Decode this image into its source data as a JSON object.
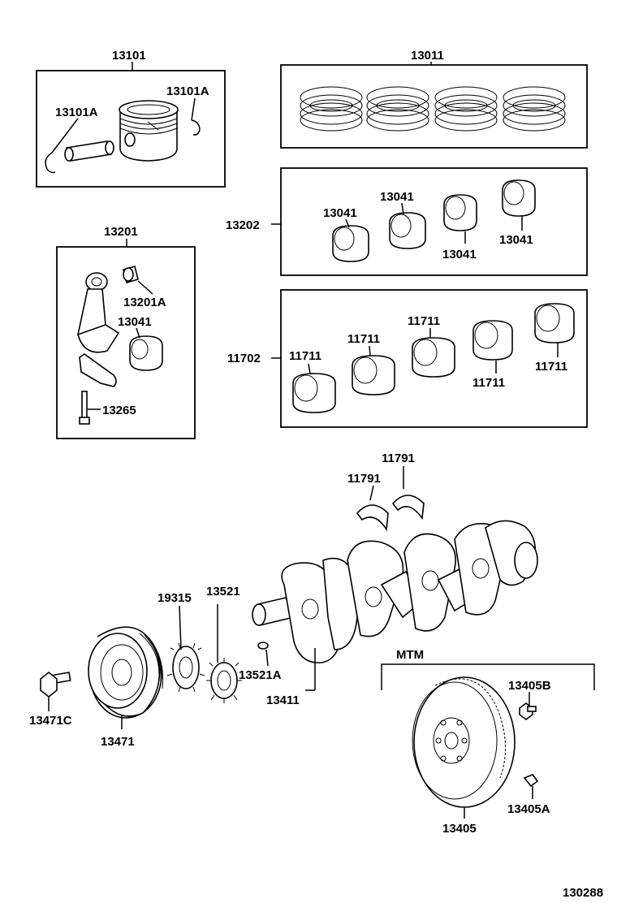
{
  "labels": {
    "piston_set": "13101",
    "snap_ring_left": "13101A",
    "snap_ring_right": "13101A",
    "ring_set": "13011",
    "rod_bearing_set": "13202",
    "rod_bearing_1": "13041",
    "rod_bearing_2": "13041",
    "rod_bearing_3": "13041",
    "rod_bearing_4": "13041",
    "conrod_assy": "13201",
    "bush": "13201A",
    "conrod_bearing": "13041",
    "rod_bolt": "13265",
    "main_bearing_set": "11702",
    "main_bearing_1": "11711",
    "main_bearing_2": "11711",
    "main_bearing_3": "11711",
    "main_bearing_4": "11711",
    "main_bearing_5": "11711",
    "thrust_washer_1": "11791",
    "thrust_washer_2": "11791",
    "plate": "19315",
    "crank_gear": "13521",
    "key": "13521A",
    "crankshaft": "13411",
    "pulley": "13471",
    "pulley_bolt": "13471C",
    "mtm": "MTM",
    "flywheel": "13405",
    "flywheel_bolt": "13405B",
    "flywheel_pin": "13405A",
    "diagram_id": "130288"
  }
}
